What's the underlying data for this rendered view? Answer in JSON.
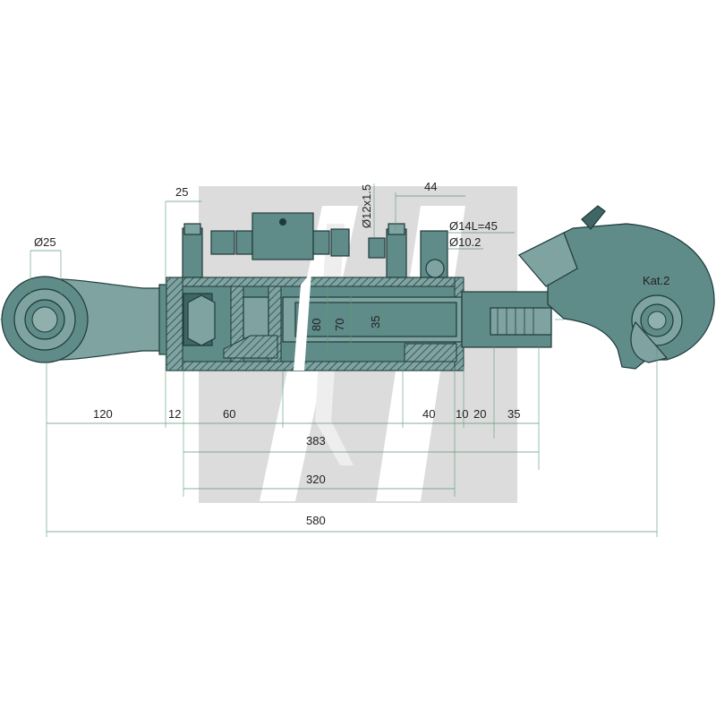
{
  "colors": {
    "body": "#5f8b88",
    "body_light": "#7ea3a0",
    "dark": "#3f6664",
    "dimension": "#5a9a78",
    "watermark": "#dcdcdc"
  },
  "labels": {
    "eye_diameter": "Ø25",
    "width_25": "25",
    "thread": "Ø12x1.5",
    "width_44": "44",
    "pin_l": "Ø14L=45",
    "pin_d": "Ø10.2",
    "category": "Kat.2",
    "d80": "80",
    "d70": "70",
    "d35": "35"
  },
  "dimensions": {
    "row1": [
      "120",
      "12",
      "60",
      "40",
      "10",
      "20",
      "35"
    ],
    "total_383": "383",
    "total_320": "320",
    "total_580": "580"
  }
}
